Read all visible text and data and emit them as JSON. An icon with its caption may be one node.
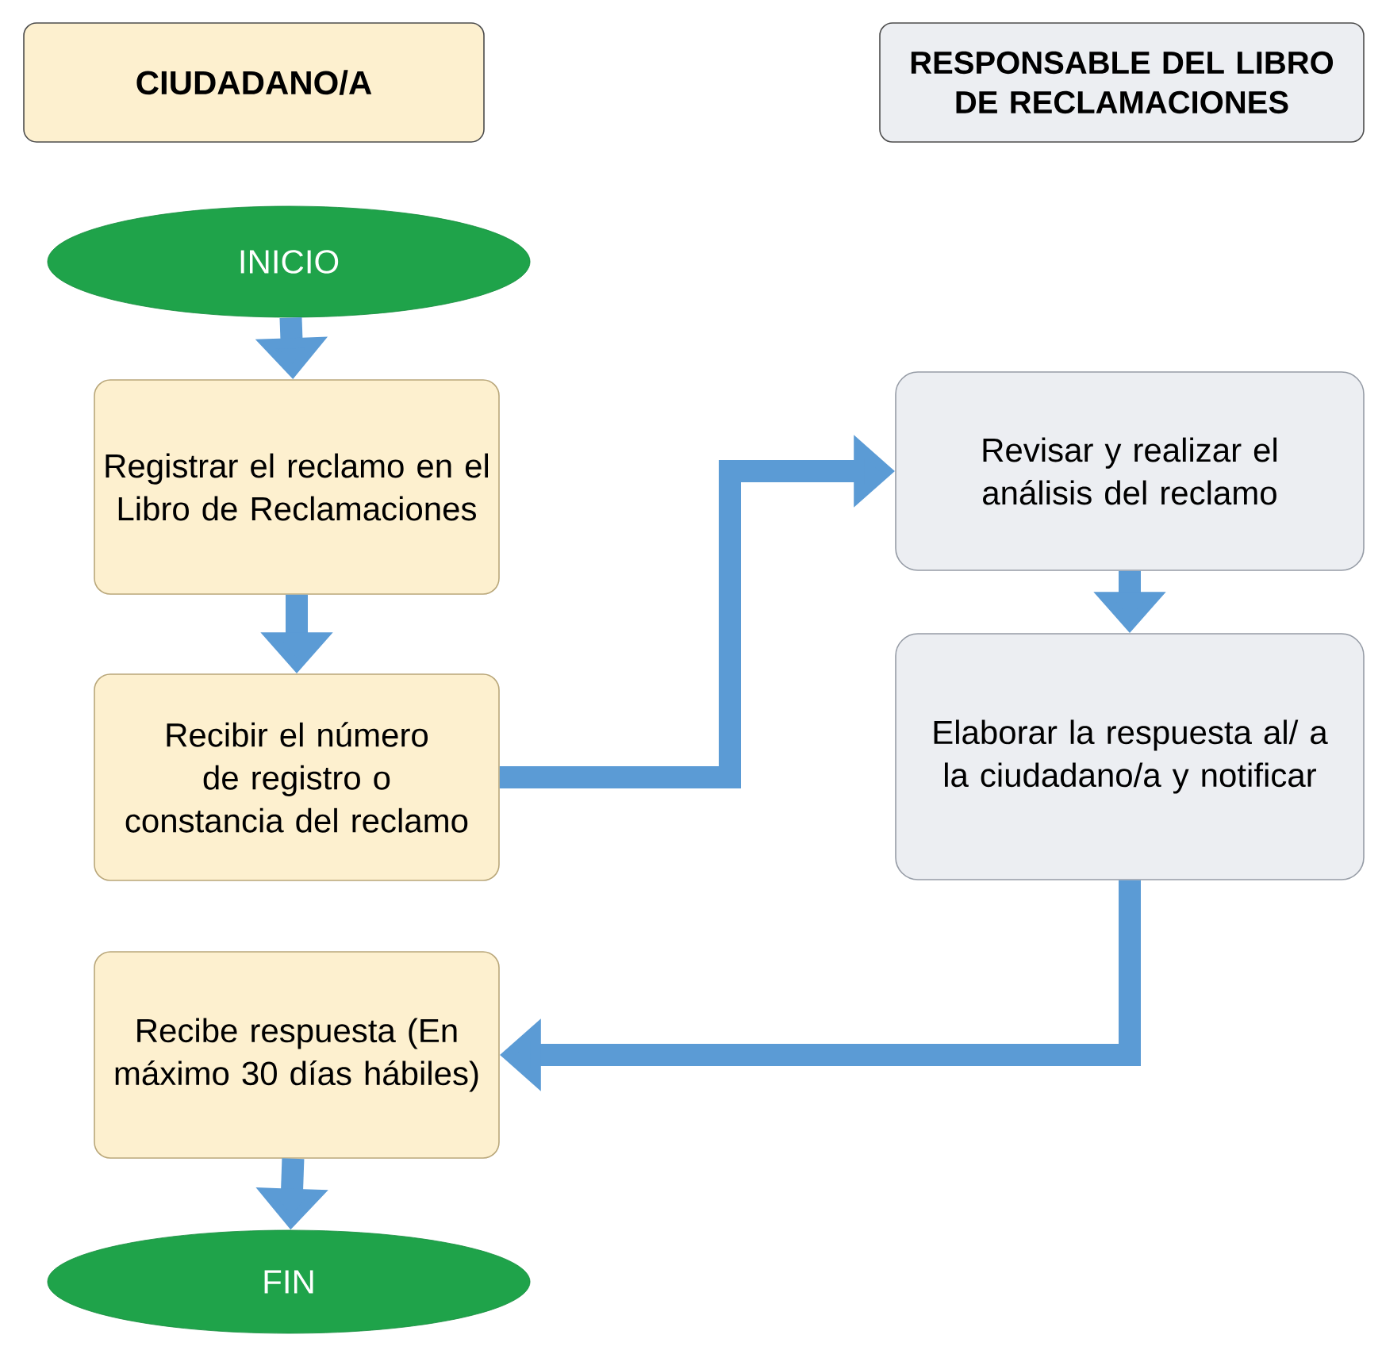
{
  "diagram": {
    "nodes": [
      {
        "text": [
          "CIUDADANO/A"
        ]
      },
      {
        "text": [
          "RESPONSABLE DEL LIBRO DE RECLAMACIONES"
        ]
      },
      {
        "text": [
          "INICIO"
        ]
      },
      {
        "text": [
          "Registrar el reclamo en el Libro de Reclamaciones"
        ]
      },
      {
        "text": [
          "Recibir el número de registro o constancia del reclamo"
        ]
      },
      {
        "text": [
          "Revisar y realizar el análisis del reclamo"
        ]
      },
      {
        "text": [
          "Elaborar la respuesta al/ a la ciudadano/a y notificar"
        ]
      },
      {
        "text": [
          "Recibe respuesta (En máximo 30 días hábiles)"
        ]
      },
      {
        "text": [
          "FIN"
        ]
      }
    ],
    "edges": [
      {
        "from": 2,
        "to": 3,
        "arrow": "to"
      },
      {
        "from": 3,
        "to": 4,
        "arrow": "to"
      },
      {
        "from": 4,
        "to": 5,
        "arrow": "to"
      },
      {
        "from": 5,
        "to": 6,
        "arrow": "to"
      },
      {
        "from": 6,
        "to": 7,
        "arrow": "to"
      },
      {
        "from": 7,
        "to": 8,
        "arrow": "to"
      }
    ]
  }
}
